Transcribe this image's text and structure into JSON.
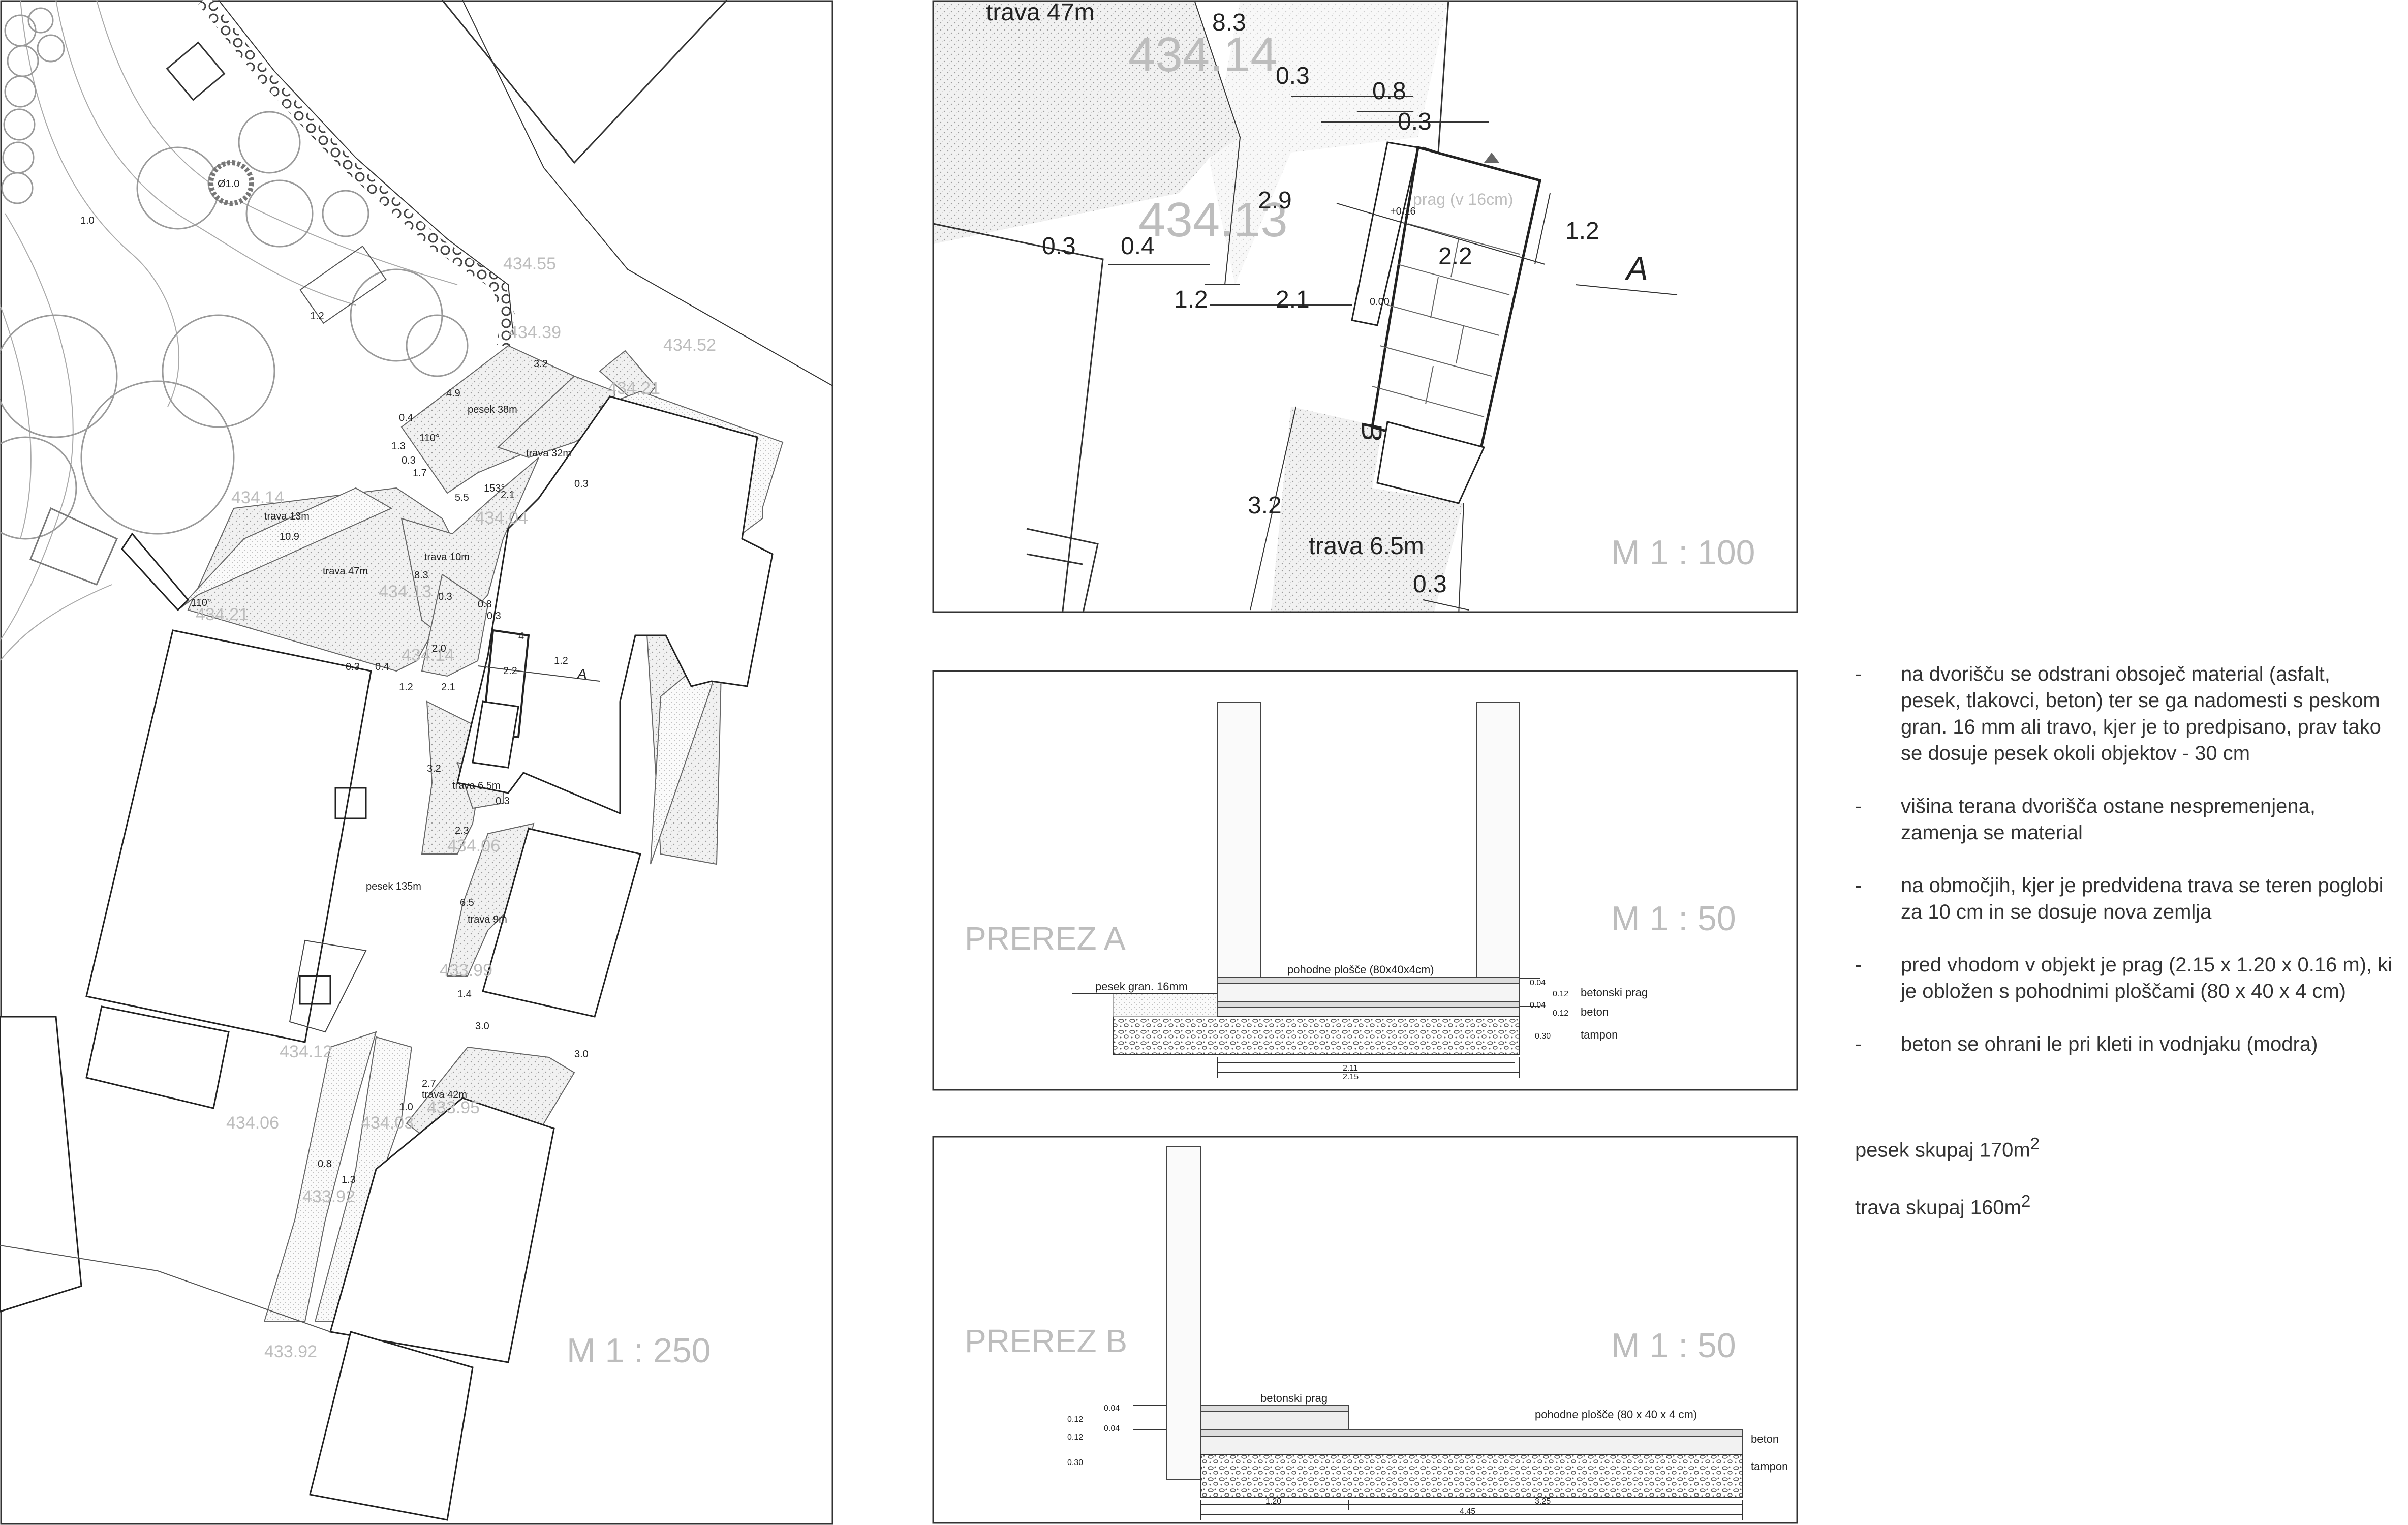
{
  "site_plan": {
    "scale": "M 1 : 250",
    "elevations": [
      "434.55",
      "434.39",
      "434.52",
      "434.21",
      "434.14",
      "434.04",
      "434.13",
      "434.21",
      "434.14",
      "434.06",
      "433.99",
      "434.12",
      "434.06",
      "433.95",
      "433.92",
      "433.92",
      "434.03"
    ],
    "areas": [
      "pesek 38m",
      "trava 32m",
      "trava 13m",
      "trava 10m",
      "trava 47m",
      "trava 6.5m",
      "pesek 135m",
      "trava 9m",
      "trava 42m"
    ],
    "dims": [
      "4.9",
      "3.2",
      "0.4",
      "1.3",
      "0.3",
      "1.7",
      "110°",
      "153°",
      "5.5",
      "2.1",
      "0.3",
      "10.9",
      "8.3",
      "0.3",
      "0.8",
      "0.3",
      "4",
      "2.0",
      "2.2",
      "1.2",
      "2.1",
      "1.2",
      "3.2",
      "0.3",
      "2.3",
      "6.5",
      "1.4",
      "3.0",
      "3.0",
      "2.7",
      "1.0",
      "0.8",
      "1.3",
      "110°",
      "1.2",
      "1.0",
      "0.4",
      "0.3",
      "Ø1.0",
      "A"
    ]
  },
  "detail_plan": {
    "scale": "M 1 : 100",
    "elev_1": "434.14",
    "elev_2": "434.13",
    "trava_top": "trava 47m",
    "trava_bottom": "trava 6.5m",
    "prag_label": "prag (v 16cm)",
    "dims": [
      "8.3",
      "0.3",
      "0.8",
      "0.3",
      "2.9",
      "1.2",
      "0.3",
      "0.4",
      "2.2",
      "1.2",
      "2.1",
      "3.2",
      "0.3",
      "+0.16",
      "0.00"
    ],
    "section_a": "A",
    "section_b": "B"
  },
  "section_a": {
    "title": "PREREZ A",
    "scale": "M 1 : 50",
    "label_tiles": "pohodne plošče (80x40x4cm)",
    "label_gravel": "pesek gran. 16mm",
    "label_prag": "betonski prag",
    "label_beton": "beton",
    "label_tampon": "tampon",
    "dims": [
      "0.04",
      "0.12",
      "0.04",
      "0.12",
      "0.30",
      "2.11",
      "2.15"
    ]
  },
  "section_b": {
    "title": "PREREZ B",
    "scale": "M 1 : 50",
    "label_prag": "betonski prag",
    "label_tiles": "pohodne plošče (80 x 40 x 4 cm)",
    "label_beton": "beton",
    "label_tampon": "tampon",
    "dims": [
      "0.04",
      "0.12",
      "0.04",
      "0.12",
      "0.30",
      "1.20",
      "3.25",
      "4.45"
    ]
  },
  "notes": [
    "na dvorišču se odstrani obsoječ material (asfalt, pesek, tlakovci, beton) ter se ga nadomesti s peskom gran. 16 mm ali travo, kjer je to predpisano, prav tako se dosuje pesek okoli objektov - 30 cm",
    "višina terana dvorišča ostane nespremenjena, zamenja se material",
    "na območjih, kjer je predvidena trava se teren poglobi za 10 cm in se dosuje nova zemlja",
    "pred vhodom v objekt je prag (2.15 x 1.20 x 0.16 m), ki je obložen s pohodnimi ploščami (80 x 40 x 4 cm)",
    "beton se ohrani le pri kleti in vodnjaku (modra)"
  ],
  "note_dash": "-",
  "totals": {
    "pesek": "pesek skupaj 170m",
    "trava": "trava skupaj  160m",
    "sup": "2"
  },
  "colors": {
    "line": "#222222",
    "hatch": "#9a9a9a",
    "grey_text": "#bdbdbd"
  }
}
